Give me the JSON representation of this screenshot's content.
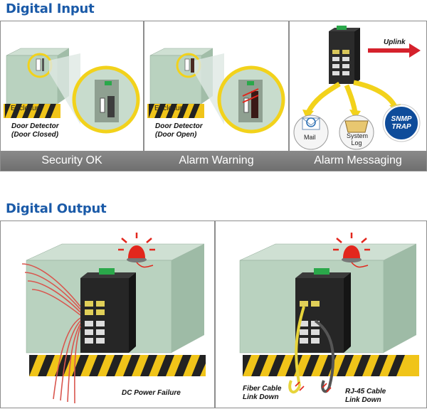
{
  "digital_input": {
    "title": "Digital Input",
    "panel1": {
      "enclosure": "Enclosure",
      "detector_line1": "Door Detector",
      "detector_line2": "(Door Closed)",
      "caption": "Security OK"
    },
    "panel2": {
      "enclosure": "Enclosure",
      "detector_line1": "Door Detector",
      "detector_line2": "(Door Open)",
      "caption": "Alarm Warning"
    },
    "panel3": {
      "uplink": "Uplink",
      "mail": "Mail",
      "syslog_line1": "System",
      "syslog_line2": "Log",
      "snmp_line1": "SNMP",
      "snmp_line2": "TRAP",
      "caption": "Alarm Messaging"
    }
  },
  "digital_output": {
    "title": "Digital Output",
    "left": {
      "label": "DC Power Failure"
    },
    "right": {
      "fiber_line1": "Fiber Cable",
      "fiber_line2": "Link Down",
      "rj45_line1": "RJ-45 Cable",
      "rj45_line2": "Link Down"
    }
  },
  "colors": {
    "title_blue": "#1a5aa8",
    "caption_gray": "#7b7b7b",
    "enclosure_green": "#b9d2bf",
    "highlight_yellow": "#f2d21b",
    "alarm_red": "#e2271d"
  },
  "icons": [
    "switch-icon",
    "alarm-beacon-icon",
    "mail-icon",
    "system-log-icon",
    "snmp-trap-icon",
    "uplink-arrow-icon"
  ]
}
